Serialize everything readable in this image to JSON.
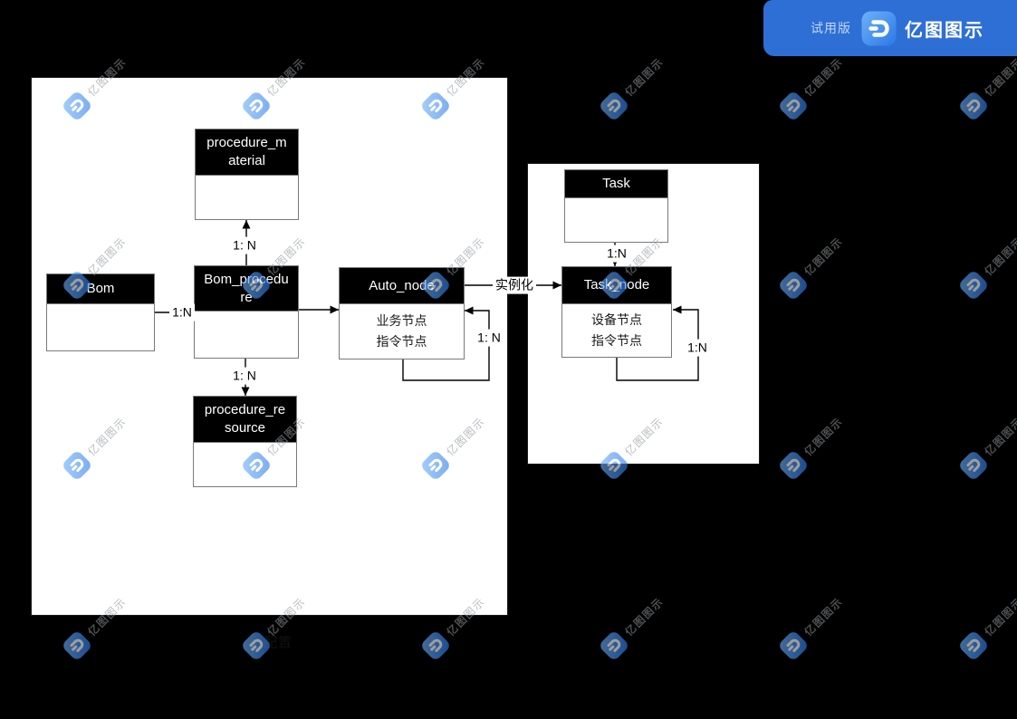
{
  "badge": {
    "trial_label": "试用版",
    "brand": "亿图图示"
  },
  "watermark": {
    "text": "亿图图示",
    "columns": [
      85,
      283,
      481,
      678,
      876,
      1075
    ],
    "rows": [
      117,
      315,
      514,
      713
    ]
  },
  "diagram": {
    "config_group": {
      "label": "配置"
    },
    "entities": {
      "procedure_material": {
        "title": "procedure_material"
      },
      "bom": {
        "title": "Bom"
      },
      "bom_procedure": {
        "title": "Bom_procedure"
      },
      "auto_node": {
        "title": "Auto_node",
        "rows": [
          "业务节点",
          "指令节点"
        ]
      },
      "procedure_resource": {
        "title": "procedure_resource"
      },
      "task": {
        "title": "Task"
      },
      "task_node": {
        "title": "Task_node",
        "rows": [
          "设备节点",
          "指令节点"
        ]
      }
    },
    "connectors": {
      "material_rel": {
        "label": "1: N"
      },
      "bom_rel": {
        "label": "1:N"
      },
      "resource_rel": {
        "label": "1: N"
      },
      "auto_loop": {
        "label": "1: N"
      },
      "instantiate": {
        "label": "实例化"
      },
      "task_rel": {
        "label": "1:N"
      },
      "task_loop": {
        "label": "1:N"
      }
    }
  },
  "colors": {
    "canvas_bg": "#000000",
    "badge_blue": "#2e6fd6",
    "logo_gradient_start": "#6fb1f8",
    "logo_gradient_end": "#2a79e8",
    "entity_header_bg": "#000000",
    "entity_border": "#7a7a7a"
  }
}
